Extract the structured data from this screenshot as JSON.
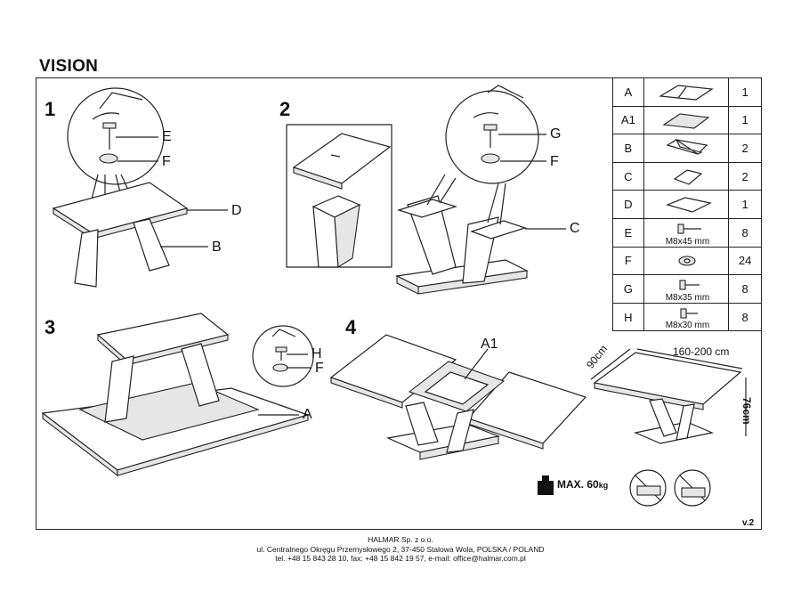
{
  "title": "VISION",
  "version": "v.2",
  "steps": [
    "1",
    "2",
    "3",
    "4"
  ],
  "step_labels": {
    "s1": [
      "E",
      "F",
      "D",
      "B"
    ],
    "s2": [
      "G",
      "F",
      "C"
    ],
    "s3": [
      "H",
      "F",
      "A"
    ],
    "s4": [
      "A1"
    ]
  },
  "dimensions": {
    "length": "160-200 cm",
    "depth": "90cm",
    "height": "76cm"
  },
  "max_load": {
    "label": "MAX.",
    "value": "60",
    "unit": "kg"
  },
  "parts": [
    {
      "code": "A",
      "qty": "1",
      "spec": ""
    },
    {
      "code": "A1",
      "qty": "1",
      "spec": ""
    },
    {
      "code": "B",
      "qty": "2",
      "spec": ""
    },
    {
      "code": "C",
      "qty": "2",
      "spec": ""
    },
    {
      "code": "D",
      "qty": "1",
      "spec": ""
    },
    {
      "code": "E",
      "qty": "8",
      "spec": "M8x45 mm"
    },
    {
      "code": "F",
      "qty": "24",
      "spec": ""
    },
    {
      "code": "G",
      "qty": "8",
      "spec": "M8x35 mm"
    },
    {
      "code": "H",
      "qty": "8",
      "spec": "M8x30 mm"
    }
  ],
  "footer": {
    "company": "HALMAR Sp. z o.o.",
    "address": "ul. Centralnego Okręgu Przemysłowego 2, 37-450 Stalowa Wola, POLSKA / POLAND",
    "contact": "tel. +48 15 843 28 10, fax: +48 15 842 19 57, e-mail: office@halmar.com.pl"
  }
}
